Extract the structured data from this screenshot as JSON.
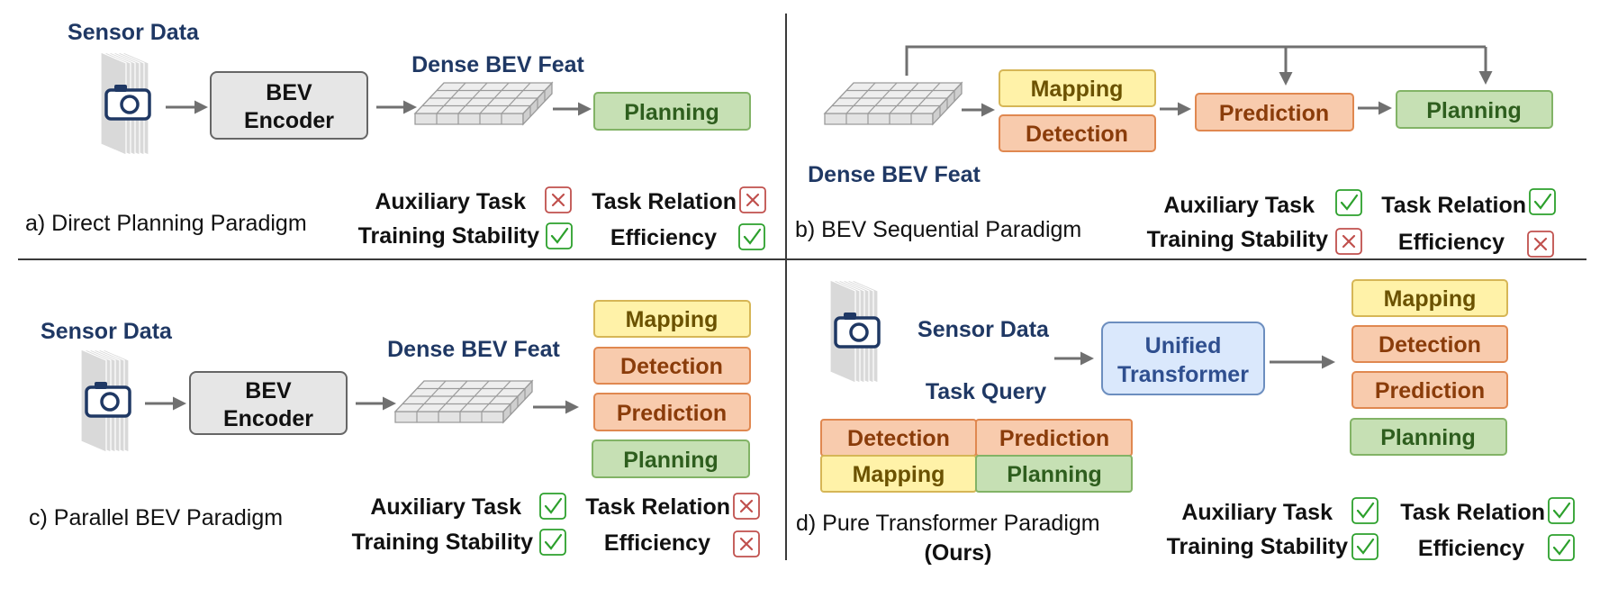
{
  "colors": {
    "planning_fill": "#c6e0b4",
    "planning_stroke": "#82b366",
    "planning_text": "#2e5e1e",
    "mapping_fill": "#fff2a8",
    "mapping_stroke": "#d6b656",
    "mapping_text": "#6b5200",
    "orange_fill": "#f8cbad",
    "orange_stroke": "#e08850",
    "orange_text": "#8a3c0a",
    "encoder_fill": "#e6e6e6",
    "encoder_stroke": "#666666",
    "transformer_fill": "#dae8fc",
    "transformer_stroke": "#6c8ebf",
    "transformer_text": "#2f4f8f",
    "check": "#2ca02c",
    "cross": "#c0504d"
  },
  "panel_a": {
    "sensor_label": "Sensor Data",
    "encoder_line1": "BEV",
    "encoder_line2": "Encoder",
    "feat_label": "Dense BEV Feat",
    "planning": "Planning",
    "caption": "a) Direct Planning Paradigm",
    "aux_label": "Auxiliary Task",
    "aux_status": "cross",
    "rel_label": "Task Relation",
    "rel_status": "cross",
    "stab_label": "Training Stability",
    "stab_status": "check",
    "eff_label": "Efficiency",
    "eff_status": "check"
  },
  "panel_b": {
    "feat_label": "Dense BEV Feat",
    "mapping": "Mapping",
    "detection": "Detection",
    "prediction": "Prediction",
    "planning": "Planning",
    "caption": "b) BEV Sequential Paradigm",
    "aux_label": "Auxiliary Task",
    "aux_status": "check",
    "rel_label": "Task Relation",
    "rel_status": "check",
    "stab_label": "Training Stability",
    "stab_status": "cross",
    "eff_label": "Efficiency",
    "eff_status": "cross"
  },
  "panel_c": {
    "sensor_label": "Sensor Data",
    "encoder_line1": "BEV",
    "encoder_line2": "Encoder",
    "feat_label": "Dense BEV Feat",
    "mapping": "Mapping",
    "detection": "Detection",
    "prediction": "Prediction",
    "planning": "Planning",
    "caption": "c) Parallel BEV Paradigm",
    "aux_label": "Auxiliary Task",
    "aux_status": "check",
    "rel_label": "Task Relation",
    "rel_status": "cross",
    "stab_label": "Training Stability",
    "stab_status": "check",
    "eff_label": "Efficiency",
    "eff_status": "cross"
  },
  "panel_d": {
    "sensor_label": "Sensor Data",
    "query_label": "Task Query",
    "q_detection": "Detection",
    "q_prediction": "Prediction",
    "q_mapping": "Mapping",
    "q_planning": "Planning",
    "transformer_line1": "Unified",
    "transformer_line2": "Transformer",
    "mapping": "Mapping",
    "detection": "Detection",
    "prediction": "Prediction",
    "planning": "Planning",
    "caption": "d) Pure Transformer Paradigm",
    "ours": "(Ours)",
    "aux_label": "Auxiliary Task",
    "aux_status": "check",
    "rel_label": "Task Relation",
    "rel_status": "check",
    "stab_label": "Training Stability",
    "stab_status": "check",
    "eff_label": "Efficiency",
    "eff_status": "check"
  }
}
